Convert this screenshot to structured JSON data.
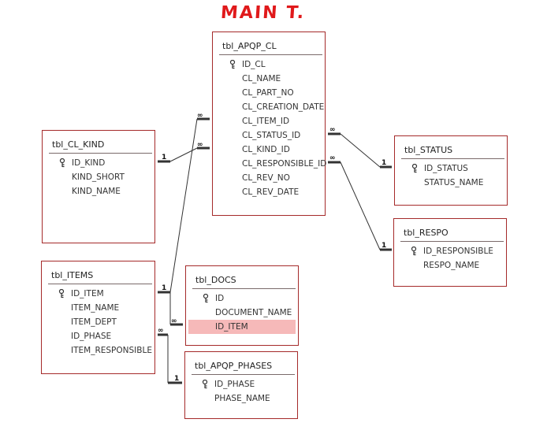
{
  "heading": "MAIN T.",
  "tables": [
    {
      "name": "tbl_APQP_CL",
      "fields": [
        {
          "name": "ID_CL",
          "key": true
        },
        {
          "name": "CL_NAME"
        },
        {
          "name": "CL_PART_NO"
        },
        {
          "name": "CL_CREATION_DATE"
        },
        {
          "name": "CL_ITEM_ID"
        },
        {
          "name": "CL_STATUS_ID"
        },
        {
          "name": "CL_KIND_ID"
        },
        {
          "name": "CL_RESPONSIBLE_ID"
        },
        {
          "name": "CL_REV_NO"
        },
        {
          "name": "CL_REV_DATE"
        }
      ]
    },
    {
      "name": "tbl_CL_KIND",
      "fields": [
        {
          "name": "ID_KIND",
          "key": true
        },
        {
          "name": "KIND_SHORT"
        },
        {
          "name": "KIND_NAME"
        }
      ]
    },
    {
      "name": "tbl_STATUS",
      "fields": [
        {
          "name": "ID_STATUS",
          "key": true
        },
        {
          "name": "STATUS_NAME"
        }
      ]
    },
    {
      "name": "tbl_RESPO",
      "fields": [
        {
          "name": "ID_RESPONSIBLE",
          "key": true
        },
        {
          "name": "RESPO_NAME"
        }
      ]
    },
    {
      "name": "tbl_ITEMS",
      "fields": [
        {
          "name": "ID_ITEM",
          "key": true
        },
        {
          "name": "ITEM_NAME"
        },
        {
          "name": "ITEM_DEPT"
        },
        {
          "name": "ID_PHASE"
        },
        {
          "name": "ITEM_RESPONSIBLE"
        }
      ]
    },
    {
      "name": "tbl_DOCS",
      "fields": [
        {
          "name": "ID",
          "key": true
        },
        {
          "name": "DOCUMENT_NAME"
        },
        {
          "name": "ID_ITEM",
          "highlighted": true
        }
      ]
    },
    {
      "name": "tbl_APQP_PHASES",
      "fields": [
        {
          "name": "ID_PHASE",
          "key": true
        },
        {
          "name": "PHASE_NAME"
        }
      ]
    }
  ],
  "relationships": [
    {
      "one": "tbl_CL_KIND",
      "many": "tbl_APQP_CL",
      "one_label": "1",
      "many_label": "∞"
    },
    {
      "one": "tbl_ITEMS",
      "many": "tbl_APQP_CL",
      "one_label": "1",
      "many_label": "∞"
    },
    {
      "one": "tbl_STATUS",
      "many": "tbl_APQP_CL",
      "one_label": "1",
      "many_label": "∞"
    },
    {
      "one": "tbl_RESPO",
      "many": "tbl_APQP_CL",
      "one_label": "1",
      "many_label": "∞"
    },
    {
      "one": "tbl_ITEMS",
      "many": "tbl_DOCS",
      "one_label": "1",
      "many_label": "∞"
    },
    {
      "one": "tbl_APQP_PHASES",
      "many": "tbl_ITEMS",
      "one_label": "1",
      "many_label": "∞"
    }
  ]
}
